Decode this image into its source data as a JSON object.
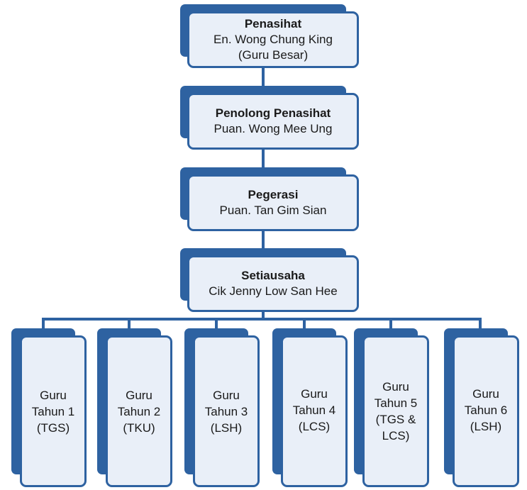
{
  "colors": {
    "box_fill": "#e9eff8",
    "box_border": "#2e62a1",
    "connector": "#2e62a1"
  },
  "nodes": [
    {
      "title": "Penasihat",
      "lines": [
        "En. Wong Chung King",
        "(Guru Besar)"
      ]
    },
    {
      "title": "Penolong Penasihat",
      "lines": [
        "Puan. Wong Mee Ung"
      ]
    },
    {
      "title": "Pegerasi",
      "lines": [
        "Puan. Tan Gim Sian"
      ]
    },
    {
      "title": "Setiausaha",
      "lines": [
        "Cik Jenny Low San Hee"
      ]
    }
  ],
  "leaves": [
    {
      "lines": [
        "Guru",
        "Tahun 1",
        "(TGS)"
      ]
    },
    {
      "lines": [
        "Guru",
        "Tahun 2",
        "(TKU)"
      ]
    },
    {
      "lines": [
        "Guru",
        "Tahun 3",
        "(LSH)"
      ]
    },
    {
      "lines": [
        "Guru",
        "Tahun 4",
        "(LCS)"
      ]
    },
    {
      "lines": [
        "Guru",
        "Tahun 5",
        "(TGS &",
        "LCS)"
      ]
    },
    {
      "lines": [
        "Guru",
        "Tahun 6",
        "(LSH)"
      ]
    }
  ]
}
